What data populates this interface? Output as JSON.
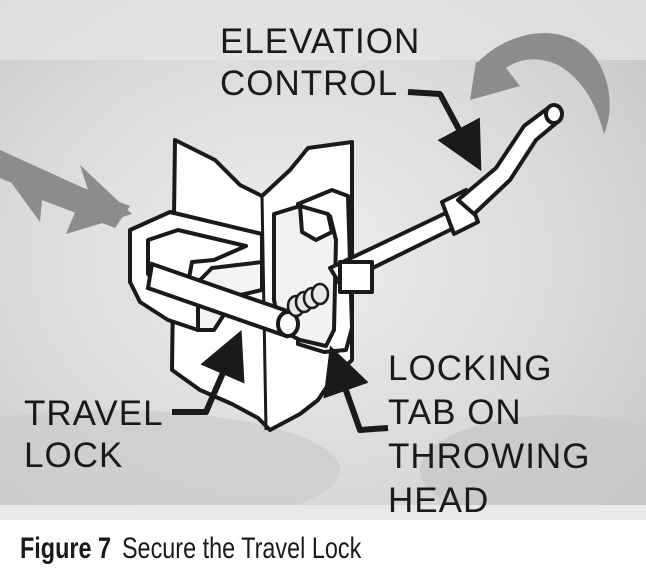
{
  "labels": {
    "elevation_control": [
      "ELEVATION",
      "CONTROL"
    ],
    "travel_lock": [
      "TRAVEL",
      "LOCK"
    ],
    "locking_tab": [
      "LOCKING",
      "TAB ON",
      "THROWING",
      "HEAD"
    ]
  },
  "caption": {
    "number": "Figure 7",
    "text": "Secure the Travel Lock"
  },
  "colors": {
    "background_gray": "#d8d8d8",
    "arrow_gray": "#8c8c8c",
    "line": "#1a1a1a",
    "part_fill": "#ffffff"
  },
  "icons": [
    "push-arrow-icon",
    "rotate-arrow-icon"
  ]
}
